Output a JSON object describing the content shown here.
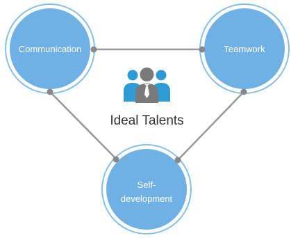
{
  "center": {
    "title": "Ideal Talents",
    "icon": "people-group-icon"
  },
  "nodes": [
    {
      "id": "communication",
      "lines": [
        "Communication"
      ]
    },
    {
      "id": "teamwork",
      "lines": [
        "Teamwork"
      ]
    },
    {
      "id": "self-development",
      "lines": [
        "Self-",
        "development"
      ]
    }
  ],
  "colors": {
    "node_fill": "#6fb1e4",
    "node_ring": "#86bfe9",
    "connector": "#999999",
    "dot": "#888888",
    "icon_side": "#2e9bd6",
    "icon_center": "#7a7a7a",
    "title_text": "#333333",
    "label_text": "#ffffff"
  }
}
